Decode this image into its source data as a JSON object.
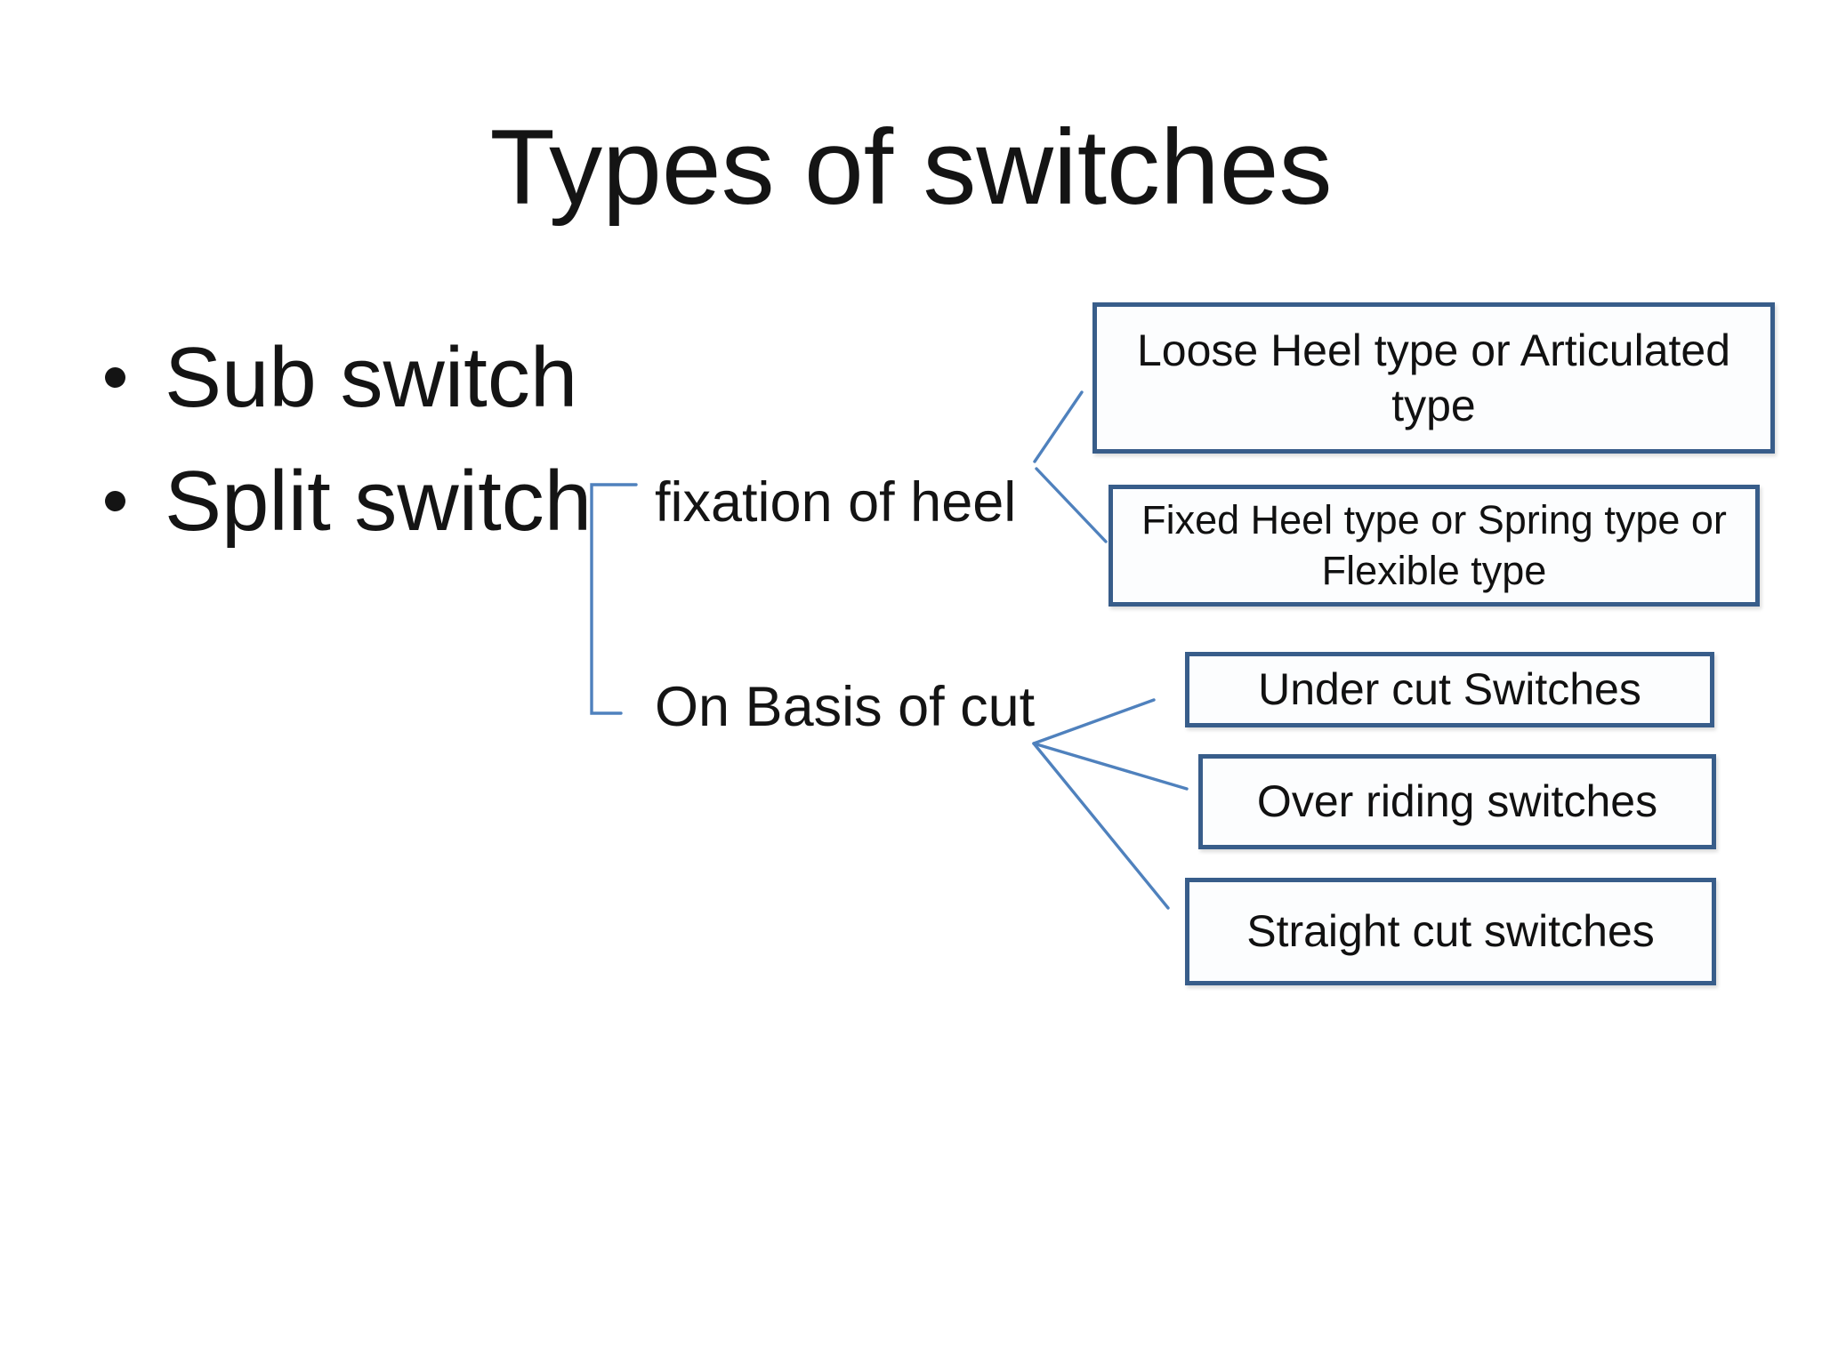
{
  "slide": {
    "title": "Types of switches",
    "bullets": [
      {
        "label": "Sub switch"
      },
      {
        "label": "Split switch"
      }
    ],
    "branches": {
      "heel": {
        "label": "fixation of heel",
        "boxes": [
          "Loose Heel type or Articulated\ntype",
          "Fixed Heel type or Spring type or\nFlexible type"
        ]
      },
      "cut": {
        "label": "On Basis of cut",
        "boxes": [
          "Under cut Switches",
          "Over riding switches",
          "Straight cut switches"
        ]
      }
    },
    "colors": {
      "text": "#141414",
      "connector": "#4F81BD",
      "box_border": "#385D8A",
      "box_fill": "#FCFDFE"
    }
  }
}
